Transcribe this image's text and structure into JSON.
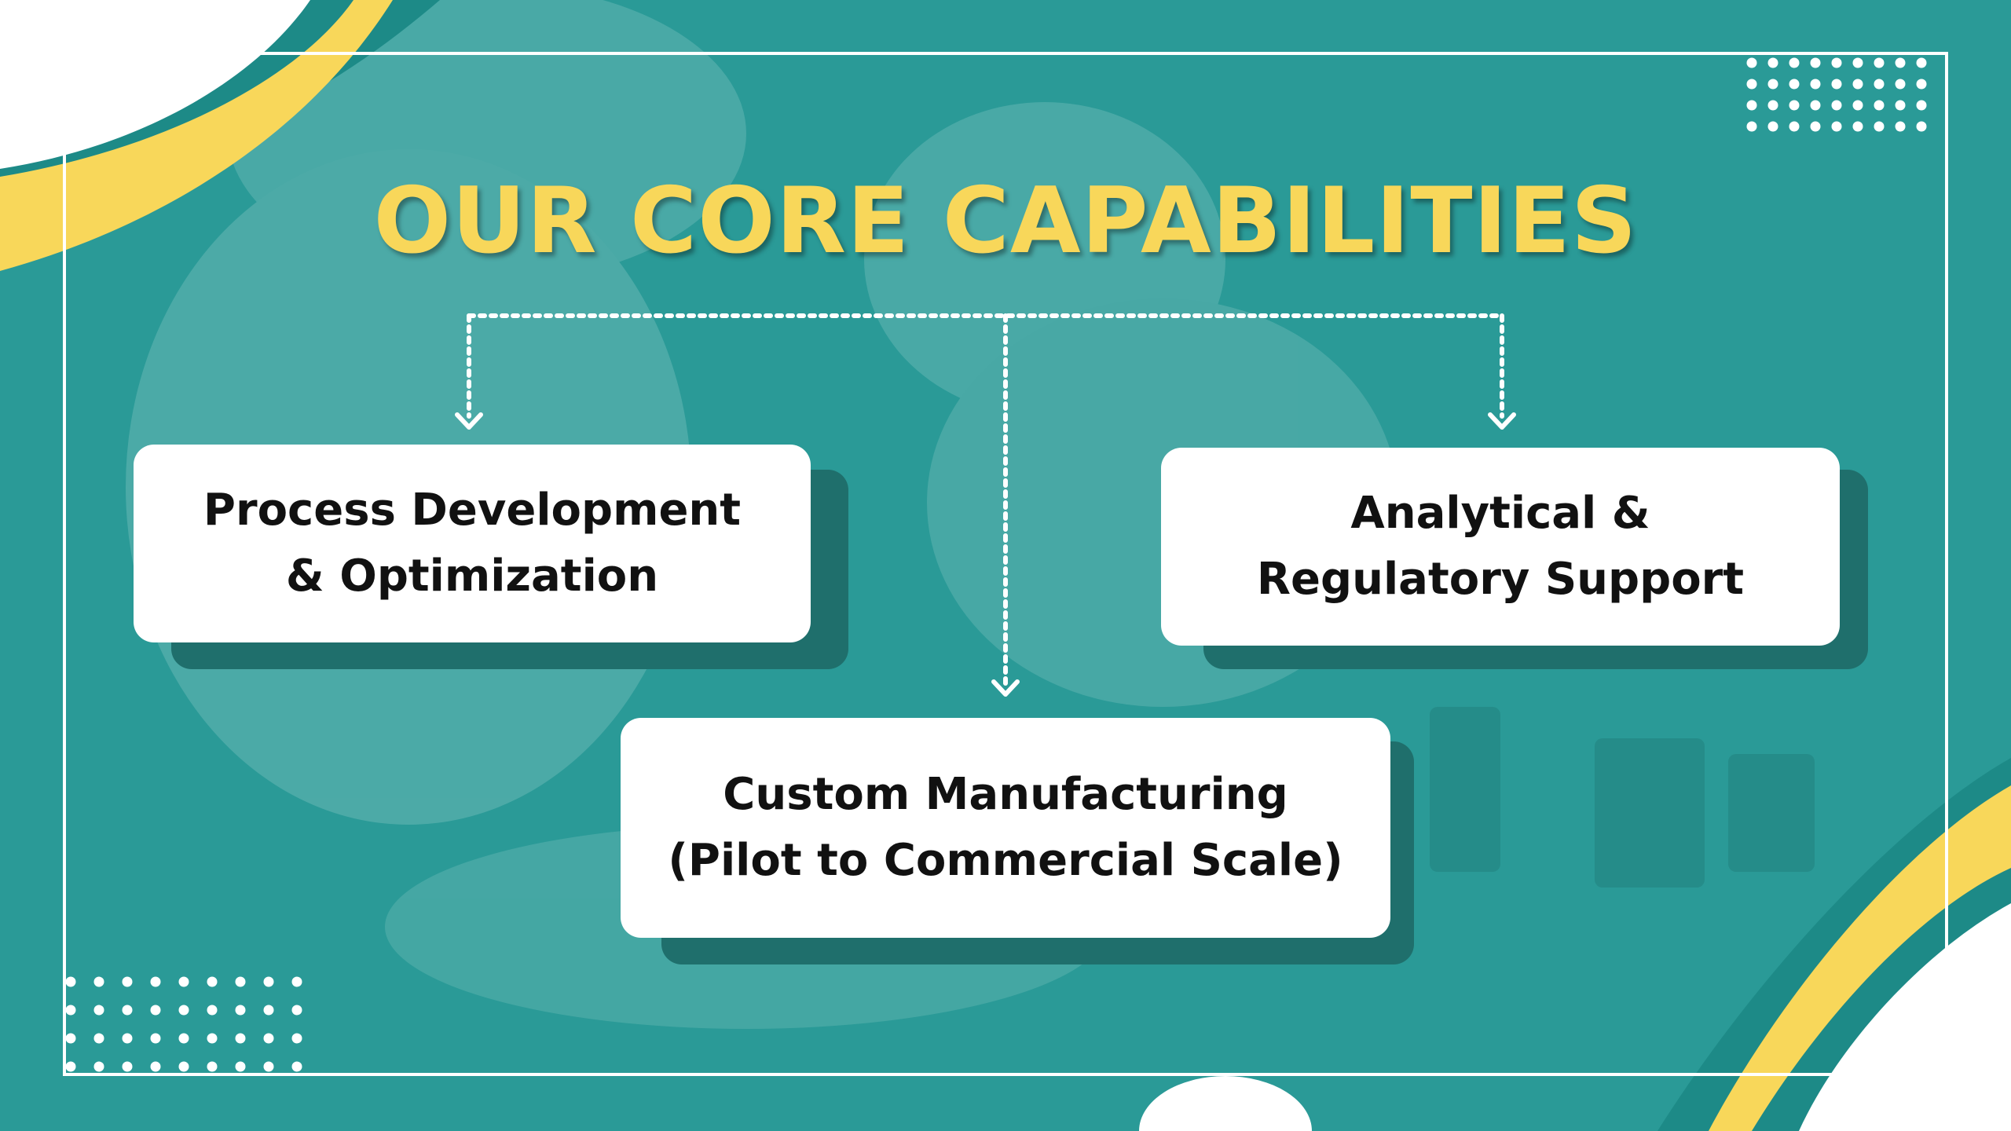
{
  "title": "OUR CORE CAPABILITIES",
  "capabilities": [
    {
      "line1": "Process Development",
      "line2": "& Optimization"
    },
    {
      "line1": "Analytical &",
      "line2": "Regulatory Support"
    },
    {
      "line1": "Custom Manufacturing",
      "line2": "(Pilot to Commercial Scale)"
    }
  ],
  "colors": {
    "background": "#2a9a97",
    "accent_yellow": "#f8d75a",
    "card": "#ffffff",
    "card_shadow": "#1f6f6c",
    "text": "#111111"
  }
}
